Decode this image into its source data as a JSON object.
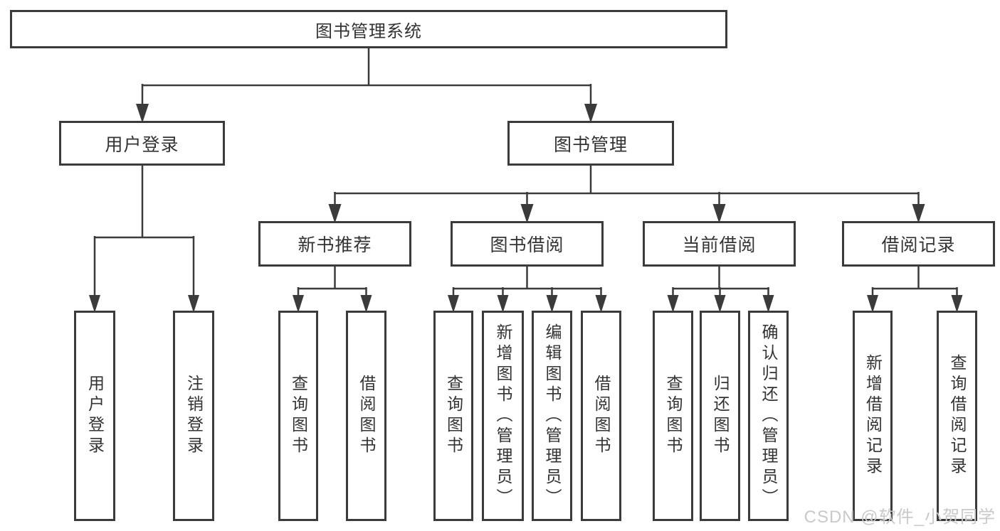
{
  "colors": {
    "line": "#3B3B3B",
    "box_border": "#3B3B3B",
    "text": "#333333",
    "watermark": "#C9C9C9",
    "background": "#FFFFFF"
  },
  "watermark": {
    "text": "CSDN @软件_小贺同学"
  },
  "tree": {
    "root": {
      "label": "图书管理系统",
      "children": [
        {
          "label": "用户登录",
          "children": [
            {
              "label": "用户登录"
            },
            {
              "label": "注销登录"
            }
          ]
        },
        {
          "label": "图书管理",
          "children": [
            {
              "label": "新书推荐",
              "children": [
                {
                  "label": "查询图书"
                },
                {
                  "label": "借阅图书"
                }
              ]
            },
            {
              "label": "图书借阅",
              "children": [
                {
                  "label": "查询图书"
                },
                {
                  "label": "新增图书（管理员）"
                },
                {
                  "label": "编辑图书（管理员）"
                },
                {
                  "label": "借阅图书"
                }
              ]
            },
            {
              "label": "当前借阅",
              "children": [
                {
                  "label": "查询图书"
                },
                {
                  "label": "归还图书"
                },
                {
                  "label": "确认归还（管理员）"
                }
              ]
            },
            {
              "label": "借阅记录",
              "children": [
                {
                  "label": "新增借阅记录"
                },
                {
                  "label": "查询借阅记录"
                }
              ]
            }
          ]
        }
      ]
    }
  }
}
